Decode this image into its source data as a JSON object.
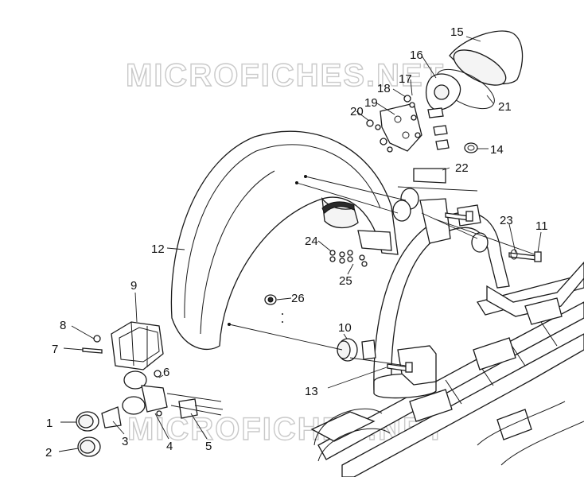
{
  "watermark": {
    "text": "MICROFICHES.NET"
  },
  "callouts": [
    {
      "id": "c1",
      "label": "1"
    },
    {
      "id": "c2",
      "label": "2"
    },
    {
      "id": "c3",
      "label": "3"
    },
    {
      "id": "c4",
      "label": "4"
    },
    {
      "id": "c5",
      "label": "5"
    },
    {
      "id": "c6",
      "label": "6"
    },
    {
      "id": "c7",
      "label": "7"
    },
    {
      "id": "c8",
      "label": "8"
    },
    {
      "id": "c9",
      "label": "9"
    },
    {
      "id": "c10",
      "label": "10"
    },
    {
      "id": "c11",
      "label": "11"
    },
    {
      "id": "c12",
      "label": "12"
    },
    {
      "id": "c13",
      "label": "13"
    },
    {
      "id": "c14",
      "label": "14"
    },
    {
      "id": "c15",
      "label": "15"
    },
    {
      "id": "c16",
      "label": "16"
    },
    {
      "id": "c17",
      "label": "17"
    },
    {
      "id": "c18",
      "label": "18"
    },
    {
      "id": "c19",
      "label": "19"
    },
    {
      "id": "c20",
      "label": "20"
    },
    {
      "id": "c21",
      "label": "21"
    },
    {
      "id": "c22",
      "label": "22"
    },
    {
      "id": "c23",
      "label": "23"
    },
    {
      "id": "c24",
      "label": "24"
    },
    {
      "id": "c25",
      "label": "25"
    },
    {
      "id": "c26",
      "label": "26"
    }
  ]
}
